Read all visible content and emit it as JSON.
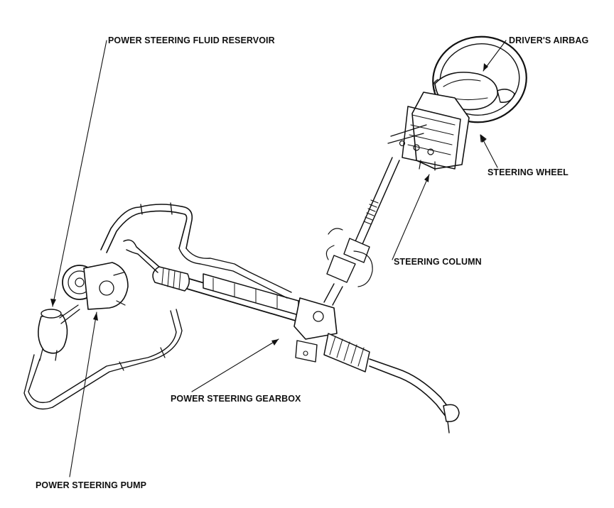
{
  "labels": {
    "reservoir": "POWER STEERING FLUID RESERVOIR",
    "airbag": "DRIVER'S AIRBAG",
    "wheel": "STEERING WHEEL",
    "column": "STEERING COLUMN",
    "gearbox": "POWER STEERING GEARBOX",
    "pump": "POWER STEERING PUMP"
  }
}
